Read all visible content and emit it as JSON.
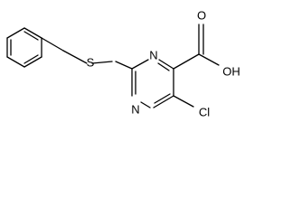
{
  "molecule": {
    "atoms": {
      "sulfur": "S",
      "n_top": "N",
      "n_bottom": "N",
      "chlorine": "Cl",
      "carbonyl_o": "O",
      "hydroxyl": "OH"
    }
  },
  "colors": {
    "bond": "#000000",
    "label": "#000000",
    "background": "#ffffff"
  }
}
